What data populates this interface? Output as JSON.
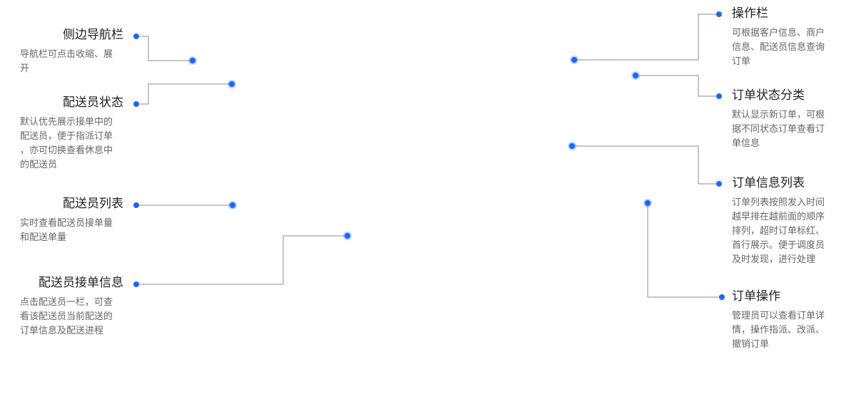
{
  "colors": {
    "accent": "#1a66ff",
    "line": "#8c8c8c",
    "title": "#222222",
    "desc": "#666666"
  },
  "annotations": [
    {
      "id": "sidebar",
      "title": "侧边导航栏",
      "desc": [
        "导航栏可点击收缩、展",
        "开"
      ]
    },
    {
      "id": "courier-status",
      "title": "配送员状态",
      "desc": [
        "默认优先展示接单中的",
        "配送员，便于指派订单",
        "，亦可切换查看休息中",
        "的配送员"
      ]
    },
    {
      "id": "courier-list",
      "title": "配送员列表",
      "desc": [
        "实时查看配送员接单量",
        "和配送单量"
      ]
    },
    {
      "id": "courier-order-info",
      "title": "配送员接单信息",
      "desc": [
        "点击配送员一栏，可查",
        "看该配送员当前配送的",
        "订单信息及配送进程"
      ]
    },
    {
      "id": "toolbar",
      "title": "操作栏",
      "desc": [
        "可根据客户信息、商户",
        "信息、配送员信息查询",
        "订单"
      ]
    },
    {
      "id": "order-status-category",
      "title": "订单状态分类",
      "desc": [
        "默认显示新订单，可根",
        "据不同状态订单查看订",
        "单信息"
      ]
    },
    {
      "id": "order-info-list",
      "title": "订单信息列表",
      "desc": [
        "订单列表按照发入时间",
        "越早排在越前面的顺序",
        "排列，超时订单标红、",
        "首行展示。便于调度员",
        "及时发现，进行处理"
      ]
    },
    {
      "id": "order-actions",
      "title": "订单操作",
      "desc": [
        "管理员可以查看订单详",
        "情，操作指派、改派、",
        "撤销订单"
      ]
    }
  ]
}
